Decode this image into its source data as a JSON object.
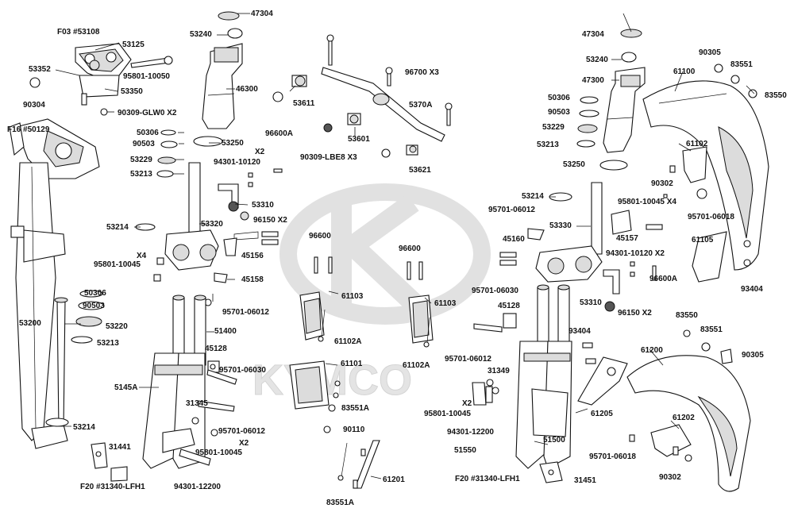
{
  "watermark": {
    "brand": "KYMCO",
    "color": "#d9d9d9"
  },
  "labels": {
    "l47304a": "47304",
    "l53240a": "53240",
    "l46300": "46300",
    "l53250a": "53250",
    "lF03": "F03 #53108",
    "l53125": "53125",
    "l53352": "53352",
    "l95801_10050": "95801-10050",
    "l53350": "53350",
    "l90304": "90304",
    "l90309glw": "90309-GLW0  X2",
    "lF16": "F16 #50129",
    "l50306a": "50306",
    "l90503a": "90503",
    "l53229a": "53229",
    "l53213a": "53213",
    "l96600Aa": "96600A",
    "lX2a": "X2",
    "l94301_10120a": "94301-10120",
    "l53310a": "53310",
    "l96150a": "96150  X2",
    "l53214a": "53214",
    "l53320": "53320",
    "lX4a": "X4",
    "l95801_10045a": "95801-10045",
    "l45156": "45156",
    "l45158": "45158",
    "l95701_06012a": "95701-06012",
    "l50306b": "50306",
    "l90503b": "90503",
    "l53200": "53200",
    "l53220": "53220",
    "l53213b": "53213",
    "l51400": "51400",
    "l45128a": "45128",
    "l95701_06030a": "95701-06030",
    "l5145A": "5145A",
    "l31345": "31345",
    "l95701_06012b": "95701-06012",
    "lX2b": "X2",
    "l95801_10045b": "95801-10045",
    "l53214b": "53214",
    "l31441": "31441",
    "lF20a": "F20 #31340-LFH1",
    "l94301_12200a": "94301-12200",
    "l53611": "53611",
    "l96700": "96700  X3",
    "l5370A": "5370A",
    "l53601": "53601",
    "l90309lbe8": "90309-LBE8  X3",
    "l53621": "53621",
    "l96600a": "96600",
    "l96600b": "96600",
    "l61103a": "61103",
    "l61103b": "61103",
    "l61102Aa": "61102A",
    "l61102Ab": "61102A",
    "l61101": "61101",
    "l83551Aa": "83551A",
    "l90110": "90110",
    "l61201": "61201",
    "l83551Ab": "83551A",
    "l47304b": "47304",
    "l53240b": "53240",
    "l47300": "47300",
    "l50306c": "50306",
    "l90503c": "90503",
    "l53229b": "53229",
    "l53213c": "53213",
    "l53250b": "53250",
    "l53214c": "53214",
    "l95701_06012c": "95701-06012",
    "l45160": "45160",
    "l53330": "53330",
    "l45157": "45157",
    "l95801_10045c": "95801-10045  X4",
    "l94301_10120b": "94301-10120  X2",
    "l96600Ab": "96600A",
    "l53310b": "53310",
    "l96150b": "96150  X2",
    "l95701_06030b": "95701-06030",
    "l45128b": "45128",
    "l93404a": "93404",
    "l95701_06012d": "95701-06012",
    "l31349": "31349",
    "lX2c": "X2",
    "l95801_10045d": "95801-10045",
    "l94301_12200b": "94301-12200",
    "l51500": "51500",
    "l51550": "51550",
    "lF20b": "F20 #31340-LFH1",
    "l31451": "31451",
    "l61205": "61205",
    "l90305a": "90305",
    "l83551a": "83551",
    "l61100": "61100",
    "l83550a": "83550",
    "l61102": "61102",
    "l90302a": "90302",
    "l95701_06018a": "95701-06018",
    "l61105": "61105",
    "l93404b": "93404",
    "l83550b": "83550",
    "l83551b": "83551",
    "l90305b": "90305",
    "l61200": "61200",
    "l61202": "61202",
    "l95701_06018b": "95701-06018",
    "l90302b": "90302"
  }
}
